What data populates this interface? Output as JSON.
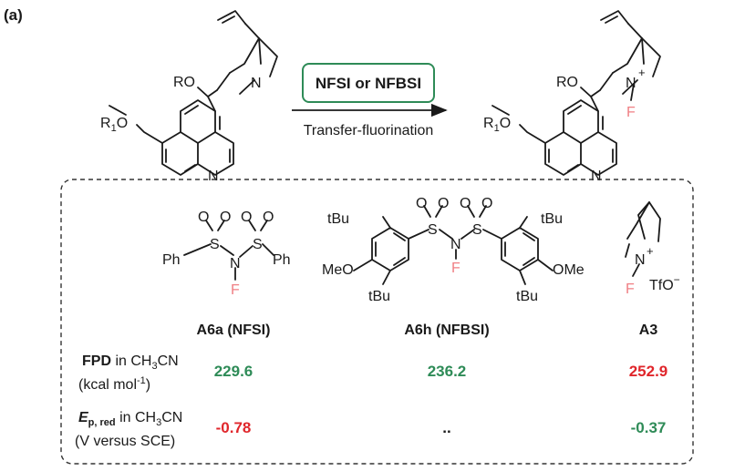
{
  "panel_label": "(a)",
  "reaction": {
    "reagent": "NFSI or NFBSI",
    "condition": "Transfer-fluorination",
    "reactant_labels": {
      "ro": "RO",
      "r1o_main": "R",
      "r1o_sub": "1",
      "r1o_tail": "O",
      "n_bridge": "N",
      "n_quinoline": "N"
    },
    "product_labels": {
      "ro": "RO",
      "r1o_main": "R",
      "r1o_sub": "1",
      "r1o_tail": "O",
      "n_bridge": "N",
      "charge": "+",
      "fluorine": "F",
      "n_quinoline": "N"
    }
  },
  "reagents": [
    {
      "name": "A6a (NFSI)",
      "atoms": {
        "o": "O",
        "s": "S",
        "n": "N",
        "f": "F",
        "ph": "Ph"
      }
    },
    {
      "name": "A6h (NFBSI)",
      "atoms": {
        "o": "O",
        "s": "S",
        "n": "N",
        "f": "F",
        "tbu": "tBu",
        "meo": "MeO",
        "ome": "OMe"
      }
    },
    {
      "name": "A3",
      "atoms": {
        "n": "N",
        "charge": "+",
        "f": "F",
        "anion": "TfO",
        "anion_charge": "−"
      }
    }
  ],
  "table": {
    "rows": [
      {
        "label_bold": "FPD",
        "label_rest": " in CH",
        "label_sub": "3",
        "label_tail": "CN",
        "unit": "(kcal mol",
        "unit_sup": "-1",
        "unit_tail": ")",
        "values": [
          "229.6",
          "236.2",
          "252.9"
        ]
      },
      {
        "label_bold": "E",
        "label_sub": "p, red",
        "label_rest": " in CH",
        "label_sub2": "3",
        "label_tail": "CN",
        "unit": "(V versus SCE)",
        "values": [
          "-0.78",
          "..",
          "-0.37"
        ]
      }
    ]
  },
  "colors": {
    "green": "#2e8b57",
    "red": "#e0262b",
    "fluorine": "#f07f84",
    "reagent_box": "#2e8b57"
  }
}
